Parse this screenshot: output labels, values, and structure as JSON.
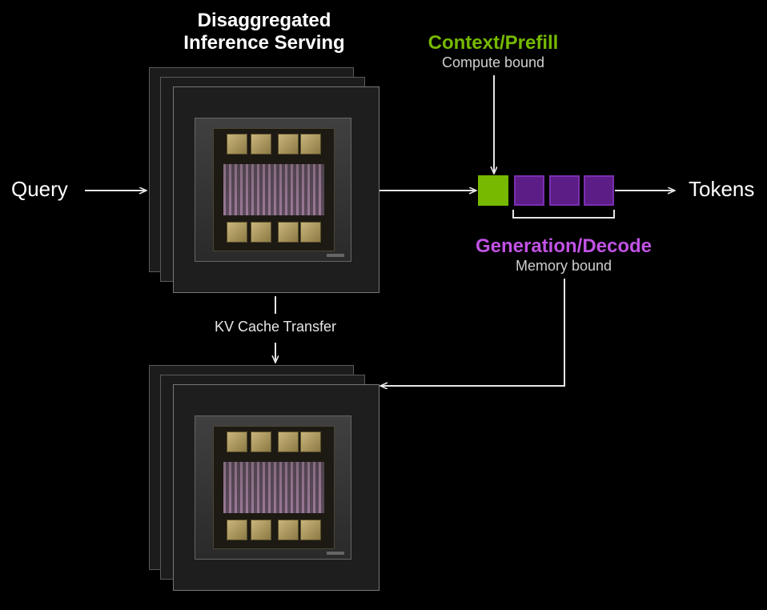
{
  "title": {
    "line1": "Disaggregated",
    "line2": "Inference Serving"
  },
  "query": "Query",
  "tokens": "Tokens",
  "prefill": {
    "title": "Context/Prefill",
    "subtitle": "Compute bound"
  },
  "decode": {
    "title": "Generation/Decode",
    "subtitle": "Memory bound"
  },
  "kv_transfer": "KV Cache Transfer",
  "colors": {
    "prefill": "#76b900",
    "decode": "#c152e5",
    "decode_token": "#5c1d86",
    "background": "#000000"
  }
}
